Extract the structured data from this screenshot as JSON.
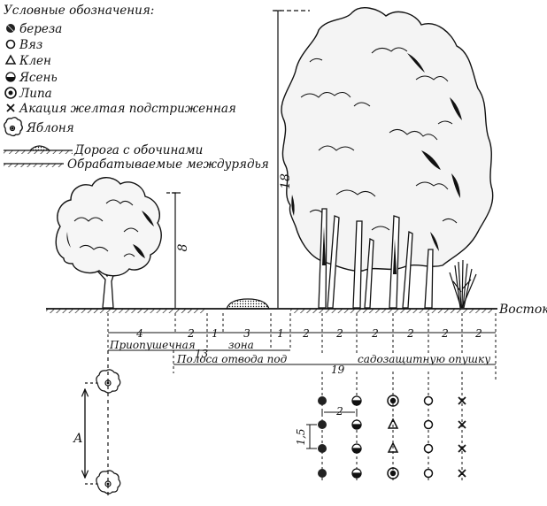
{
  "legend": {
    "title": "Условные обозначения:",
    "items": [
      {
        "symbol": "filled-hatched-circle",
        "label": "береза"
      },
      {
        "symbol": "open-circle",
        "label": "Вяз"
      },
      {
        "symbol": "triangle",
        "label": "Клен"
      },
      {
        "symbol": "half-filled-circle",
        "label": "Ясень"
      },
      {
        "symbol": "double-circle",
        "label": "Липа"
      },
      {
        "symbol": "cross",
        "label": "Акация желтая подстриженная"
      },
      {
        "symbol": "apple-tree-crown",
        "label": "Яблоня"
      },
      {
        "symbol": "road-with-shoulders",
        "label": "Дорога с обочинами"
      },
      {
        "symbol": "hatched-strip",
        "label": "Обрабатываемые междурядья"
      }
    ]
  },
  "heights": {
    "orchard": "8",
    "forest": "18"
  },
  "ground_label": "Восток",
  "dimensions": {
    "row1": [
      "4",
      "2",
      "1",
      "3",
      "1",
      "2",
      "2",
      "2",
      "2",
      "2",
      "2"
    ],
    "zone_left": "Приопушечная",
    "zone_num": "13",
    "zone_right": "зона",
    "strip_left": "Полоса отвода под",
    "strip_num": "19",
    "strip_right": "садозащитную опушку"
  },
  "plan": {
    "spacing_x": "2",
    "spacing_y": "1,5",
    "apple_spacing": "А",
    "columns": [
      "береза",
      "Ясень",
      "Липа / Клен",
      "Вяз",
      "Акация"
    ]
  }
}
